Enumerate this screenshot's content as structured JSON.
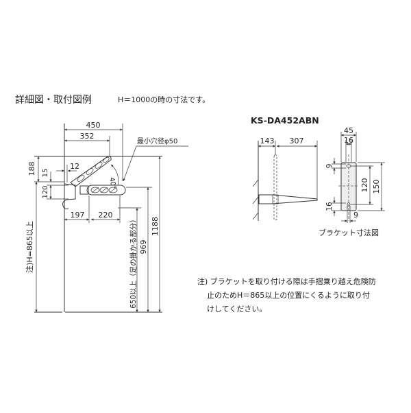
{
  "header": {
    "title": "詳細図・取付図例",
    "subtitle": "H＝1000の時の寸法です。"
  },
  "model": "KS-DA452ABN",
  "main_drawing": {
    "dim_450": "450",
    "dim_352": "352",
    "hole_label": "最小穴径φ50",
    "dim_188": "188",
    "dim_15": "15",
    "dim_12": "12",
    "dim_120": "120",
    "angle": "40°",
    "dim_197": "197",
    "dim_220": "220",
    "dim_865": "注)H=865以上",
    "dim_650": "650以上（足の掛かる部分）",
    "dim_969": "969",
    "dim_1188": "1188"
  },
  "bracket_side": {
    "dim_143": "143",
    "dim_307": "307"
  },
  "bracket_front": {
    "dim_45": "45",
    "dim_16_top": "16",
    "dim_9_top": "9",
    "dim_120": "120",
    "dim_150": "150",
    "dim_16_bottom": "16",
    "dim_9_bottom": "9",
    "caption": "ブラケット寸法図"
  },
  "note": {
    "line1": "注) ブラケットを取り付ける際は手摺乗り越え危険防",
    "line2": "止のためH＝865以上の位置にくるように取り付",
    "line3": "けしてください。"
  }
}
